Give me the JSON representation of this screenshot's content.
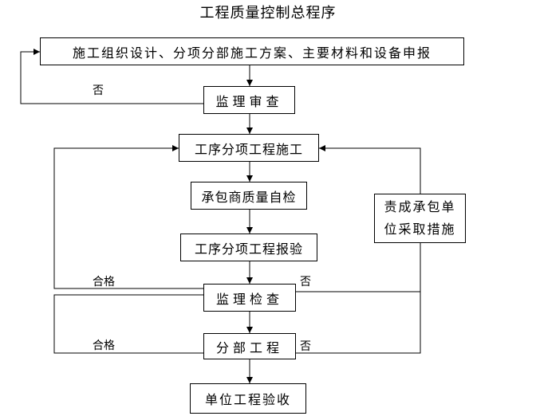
{
  "title": "工程质量控制总程序",
  "nodes": {
    "submit": "施工组织设计、分项分部施工方案、主要材料和设备申报",
    "review": "监理审查",
    "construct": "工序分项工程施工",
    "self_check": "承包商质量自检",
    "report": "工序分项工程报验",
    "inspect": "监理检查",
    "sub_project": "分部工程",
    "accept": "单位工程验收",
    "remedy": "责成承包单位采取措施"
  },
  "edges": {
    "review_no": "否",
    "inspect_pass": "合格",
    "inspect_fail": "否",
    "sub_pass": "合格",
    "sub_fail": "否"
  }
}
